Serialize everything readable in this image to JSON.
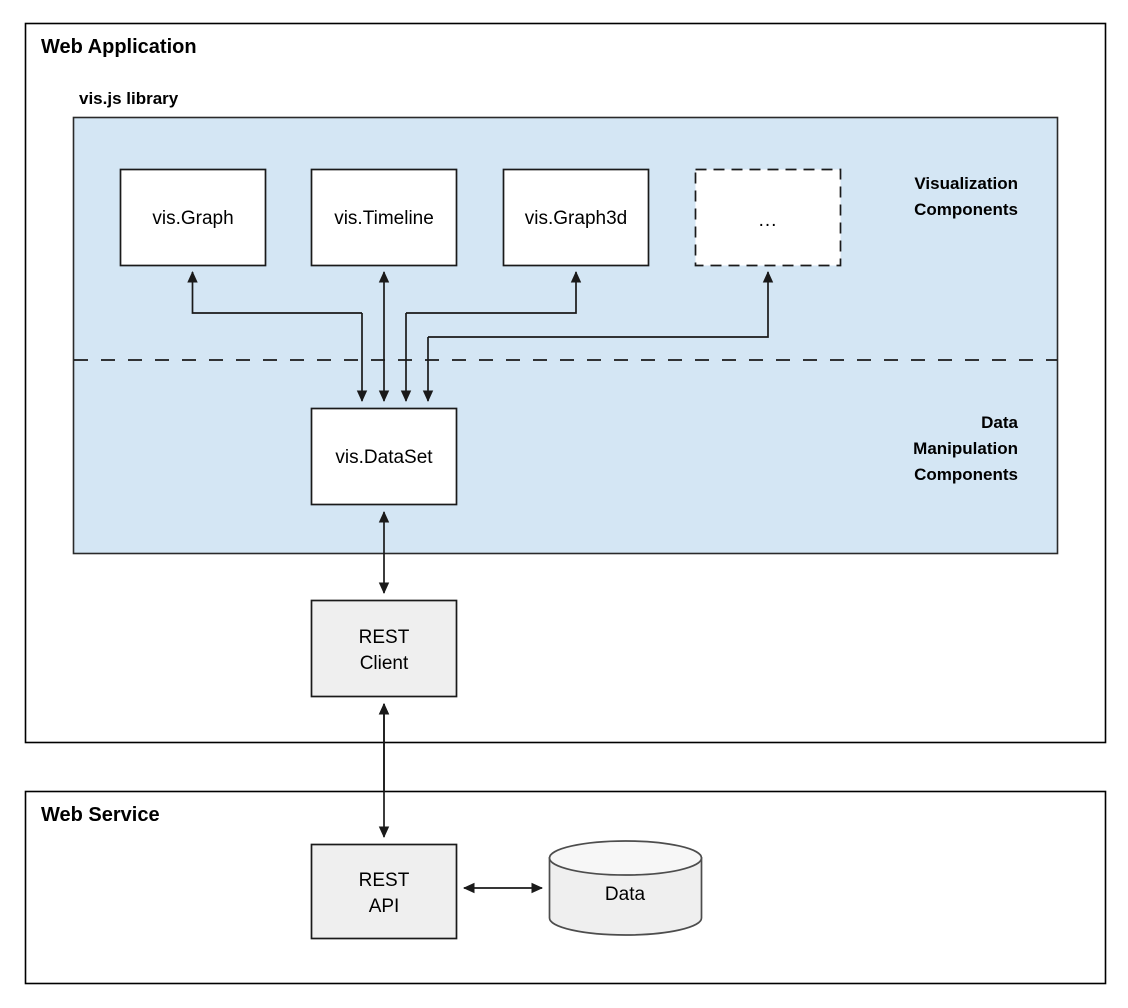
{
  "containers": [
    {
      "id": "web-application",
      "title": "Web Application"
    },
    {
      "id": "web-service",
      "title": "Web Service"
    }
  ],
  "library_panel": {
    "title": "vis.js library",
    "fill_color": "#d4e6f4",
    "group_labels": [
      {
        "id": "visualization",
        "line1": "Visualization",
        "line2": "Components"
      },
      {
        "id": "data-manipulation",
        "line1": "Data",
        "line2": "Manipulation",
        "line3": "Components"
      }
    ]
  },
  "nodes": {
    "visualization_components": [
      {
        "id": "vis-graph",
        "label": "vis.Graph",
        "style": "solid"
      },
      {
        "id": "vis-timeline",
        "label": "vis.Timeline",
        "style": "solid"
      },
      {
        "id": "vis-graph3d",
        "label": "vis.Graph3d",
        "style": "solid"
      },
      {
        "id": "more",
        "label": "...",
        "style": "dashed"
      }
    ],
    "dataset": {
      "id": "vis-dataset",
      "label": "vis.DataSet"
    },
    "rest_client": {
      "id": "rest-client",
      "line1": "REST",
      "line2": "Client"
    },
    "rest_api": {
      "id": "rest-api",
      "line1": "REST",
      "line2": "API"
    },
    "database": {
      "id": "data-store",
      "label": "Data"
    }
  },
  "colors": {
    "panel_fill": "#d4e6f4",
    "box_fill": "#ffffff",
    "gray_box_fill": "#efefef",
    "stroke": "#1a1a1a"
  }
}
